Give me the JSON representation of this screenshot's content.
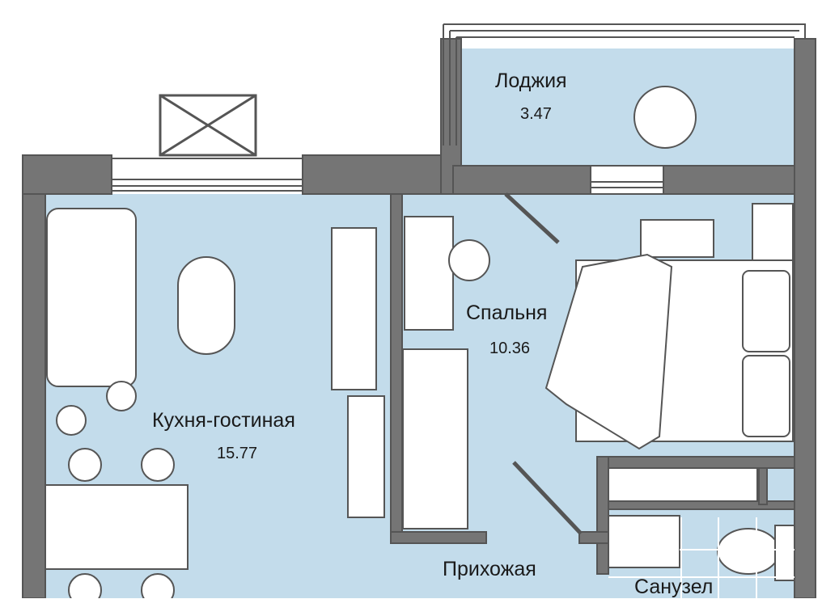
{
  "colors": {
    "floor": "#c3dceb",
    "wall": "#757575",
    "line": "#555555",
    "furniture": "#ffffff"
  },
  "rooms": [
    {
      "name": "Лоджия",
      "area": "3.47"
    },
    {
      "name": "Кухня-гостиная",
      "area": "15.77"
    },
    {
      "name": "Спальня",
      "area": "10.36"
    },
    {
      "name": "Прихожая"
    },
    {
      "name": "Санузел"
    }
  ]
}
